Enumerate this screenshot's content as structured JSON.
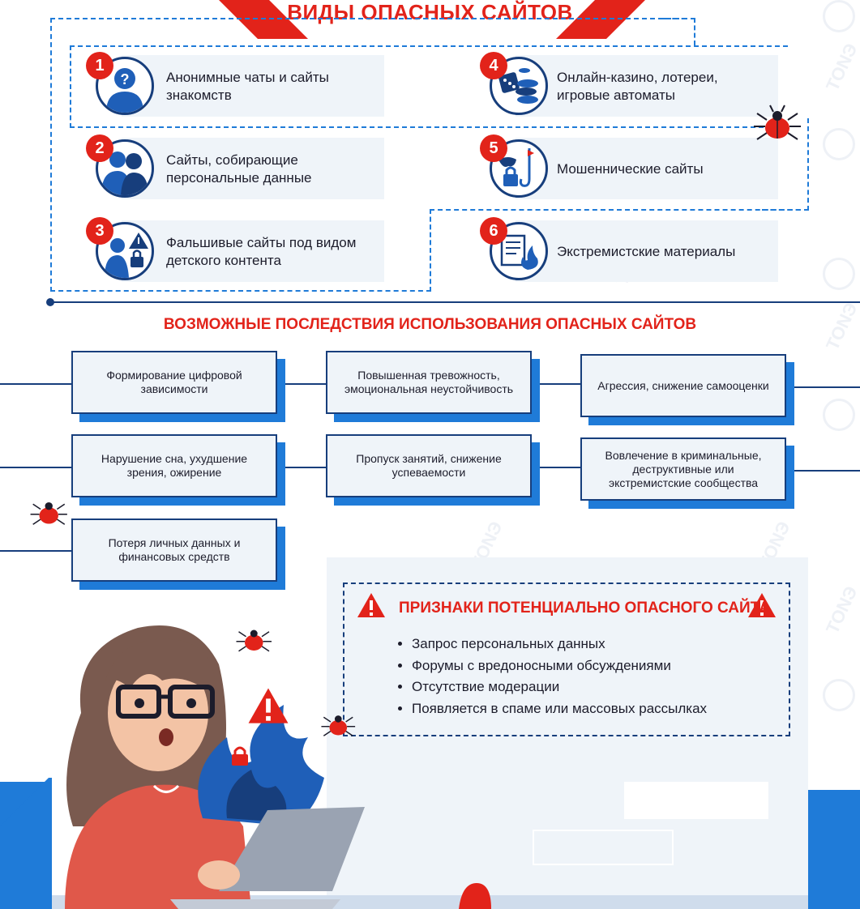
{
  "header": {
    "title": "ВИДЫ ОПАСНЫХ САЙТОВ"
  },
  "watermark": {
    "text": "ТОNЭ"
  },
  "site_types": [
    {
      "num": "1",
      "label_line1": "Анонимные чаты и сайты",
      "label_line2": "знакомств",
      "icon": "anonymous-user-icon"
    },
    {
      "num": "2",
      "label_line1": "Сайты, собирающие",
      "label_line2": "персональные данные",
      "icon": "people-icon"
    },
    {
      "num": "3",
      "label_line1": "Фальшивые сайты под видом",
      "label_line2": "детского контента",
      "icon": "child-warning-icon"
    },
    {
      "num": "4",
      "label_line1": "Онлайн-казино, лотереи,",
      "label_line2": "игровые автоматы",
      "icon": "casino-icon"
    },
    {
      "num": "5",
      "label_line1": "Мошеннические сайты",
      "label_line2": "",
      "icon": "mask-hook-icon"
    },
    {
      "num": "6",
      "label_line1": "Экстремистские материалы",
      "label_line2": "",
      "icon": "document-fire-icon"
    }
  ],
  "consequences": {
    "title": "ВОЗМОЖНЫЕ ПОСЛЕДСТВИЯ ИСПОЛЬЗОВАНИЯ ОПАСНЫХ САЙТОВ",
    "items": [
      "Формирование цифровой зависимости",
      "Повышенная тревожность, эмоциональная неустойчивость",
      "Агрессия, снижение самооценки",
      "Нарушение сна, ухудшение зрения, ожирение",
      "Пропуск занятий, снижение успеваемости",
      "Вовлечение в криминальные, деструктивные или экстремистские сообщества",
      "Потеря личных данных и финансовых средств"
    ]
  },
  "signs": {
    "title": "ПРИЗНАКИ ПОТЕНЦИАЛЬНО ОПАСНОГО САЙТА",
    "items": [
      "Запрос персональных данных",
      "Форумы с вредоносными обсуждениями",
      "Отсутствие модерации",
      "Появляется в спаме или массовых рассылках"
    ]
  },
  "colors": {
    "red": "#e2231a",
    "navy": "#173e7c",
    "blue": "#1f7bd8",
    "panel": "#eff4f9"
  }
}
